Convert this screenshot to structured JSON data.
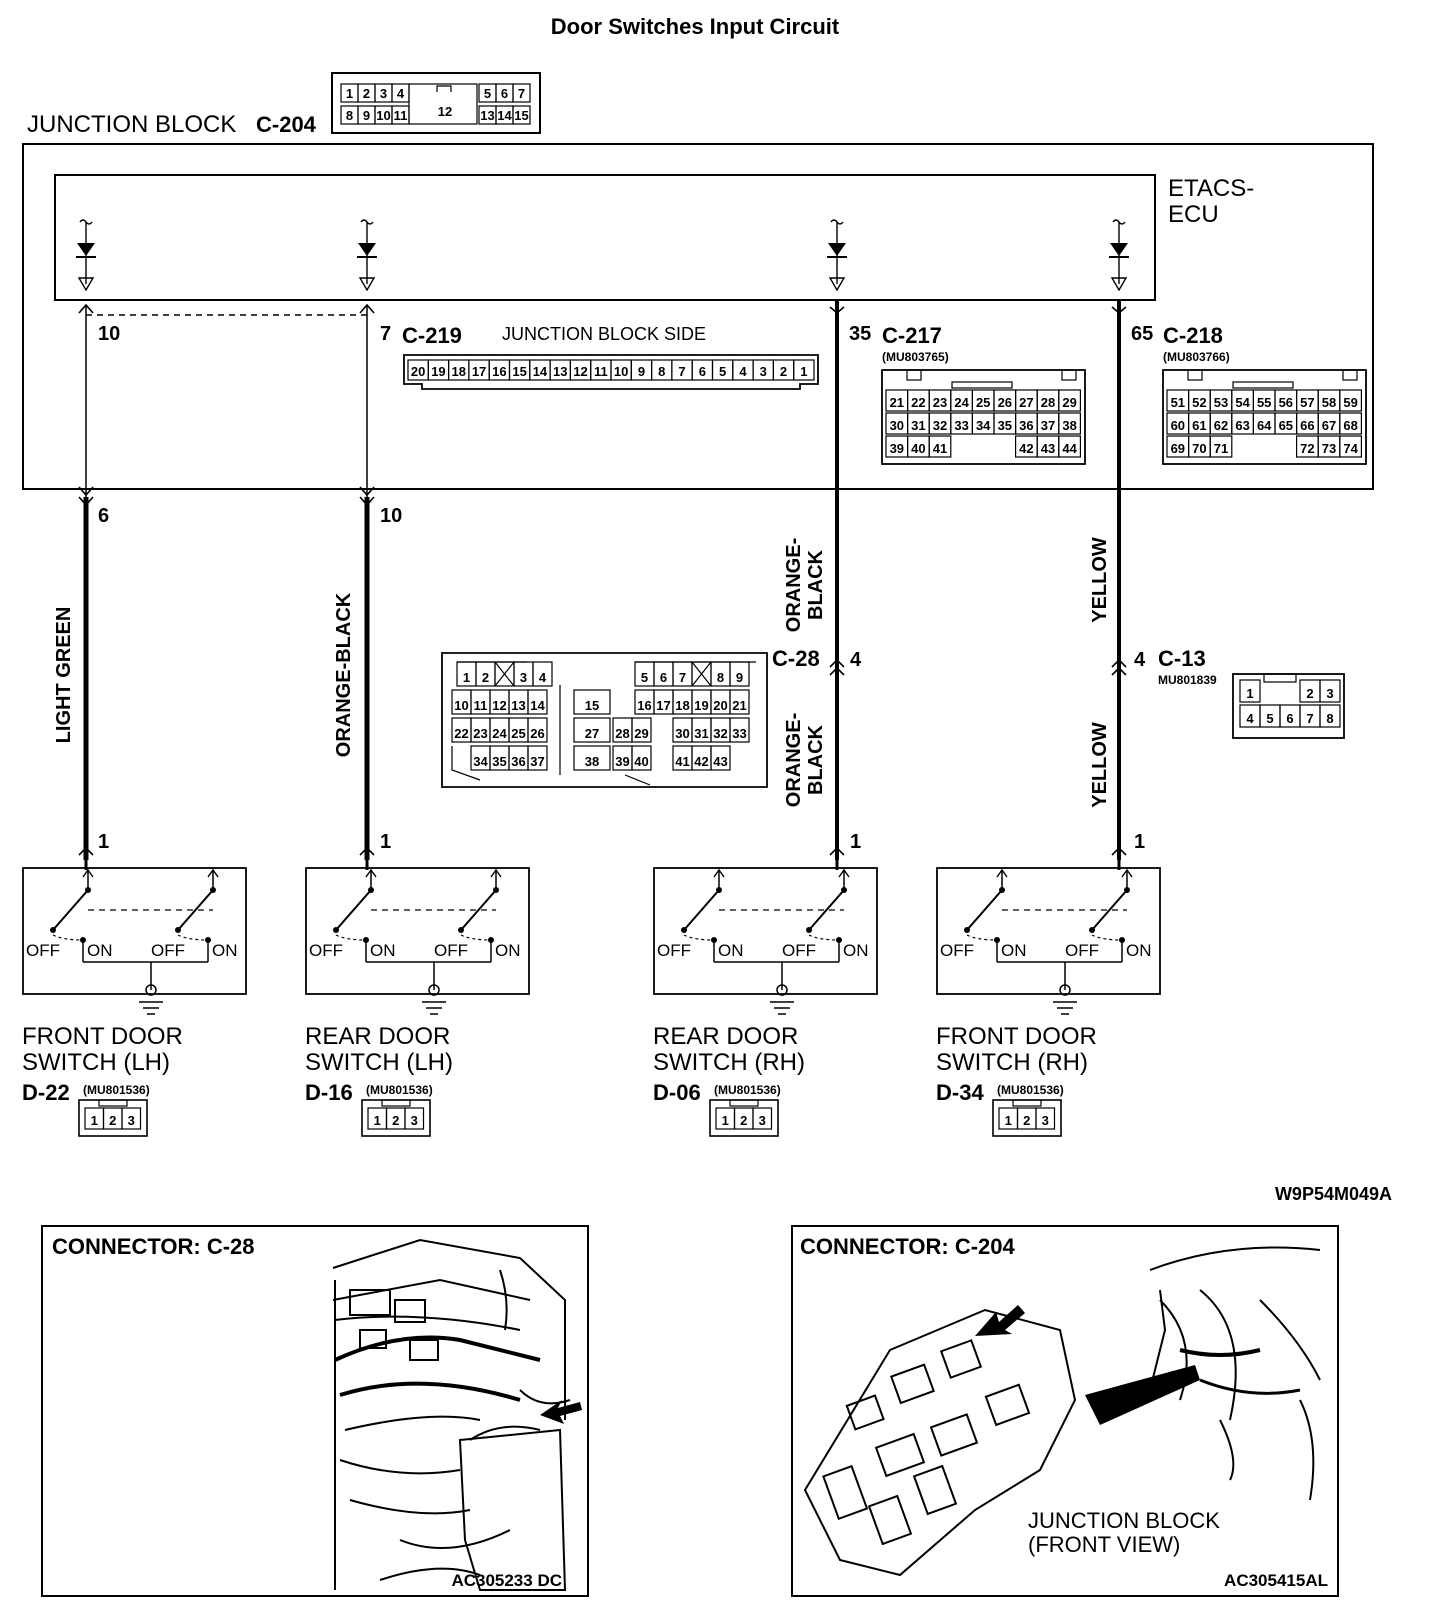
{
  "title": "Door Switches Input Circuit",
  "junction_block": {
    "label": "JUNCTION BLOCK",
    "connector": "C-204",
    "connector_cells": [
      "1",
      "2",
      "3",
      "4",
      "5",
      "6",
      "7",
      "8",
      "9",
      "10",
      "11",
      "12",
      "13",
      "14",
      "15"
    ]
  },
  "ecu_label": [
    "ETACS-",
    "ECU"
  ],
  "c219": {
    "id": "C-219",
    "side_label": "JUNCTION BLOCK SIDE",
    "cells": [
      "20",
      "19",
      "18",
      "17",
      "16",
      "15",
      "14",
      "13",
      "12",
      "11",
      "10",
      "9",
      "8",
      "7",
      "6",
      "5",
      "4",
      "3",
      "2",
      "1"
    ]
  },
  "c217": {
    "id": "C-217",
    "part": "(MU803765)",
    "rows": [
      [
        "21",
        "22",
        "23",
        "24",
        "25",
        "26",
        "27",
        "28",
        "29"
      ],
      [
        "30",
        "31",
        "32",
        "33",
        "34",
        "35",
        "36",
        "37",
        "38"
      ],
      [
        "39",
        "40",
        "41",
        "",
        "",
        "",
        "42",
        "43",
        "44"
      ]
    ]
  },
  "c218": {
    "id": "C-218",
    "part": "(MU803766)",
    "rows": [
      [
        "51",
        "52",
        "53",
        "54",
        "55",
        "56",
        "57",
        "58",
        "59"
      ],
      [
        "60",
        "61",
        "62",
        "63",
        "64",
        "65",
        "66",
        "67",
        "68"
      ],
      [
        "69",
        "70",
        "71",
        "",
        "",
        "",
        "72",
        "73",
        "74"
      ]
    ]
  },
  "c28": {
    "id": "C-28",
    "rows": [
      [
        "1",
        "2",
        "",
        "3",
        "4",
        "",
        "",
        "5",
        "6",
        "7",
        "",
        "8",
        "9"
      ],
      [
        "10",
        "11",
        "12",
        "13",
        "14",
        "15",
        "16",
        "17",
        "18",
        "19",
        "20",
        "21"
      ],
      [
        "22",
        "23",
        "24",
        "25",
        "26",
        "27",
        "28",
        "29",
        "30",
        "31",
        "32",
        "33"
      ],
      [
        "34",
        "35",
        "36",
        "37",
        "38",
        "39",
        "40",
        "41",
        "42",
        "43"
      ]
    ]
  },
  "c13": {
    "id": "C-13",
    "part": "MU801839",
    "rows": [
      [
        "1",
        "",
        "2",
        "3"
      ],
      [
        "4",
        "5",
        "6",
        "7",
        "8"
      ]
    ]
  },
  "pins": {
    "ecu_10": "10",
    "ecu_7": "7",
    "ecu_35": "35",
    "ecu_65": "65",
    "jb_6": "6",
    "jb_10": "10",
    "c28_4": "4",
    "c13_4": "4",
    "sw1": "1",
    "sw2": "1",
    "sw3": "1",
    "sw4": "1"
  },
  "wires": {
    "w1": "LIGHT GREEN",
    "w2": "ORANGE-BLACK",
    "w3_top": [
      "ORANGE-",
      "BLACK"
    ],
    "w3_bot": [
      "ORANGE-",
      "BLACK"
    ],
    "w4_top": "YELLOW",
    "w4_bot": "YELLOW"
  },
  "switch_states": {
    "off": "OFF",
    "on": "ON"
  },
  "switches": [
    {
      "name_line1": "FRONT DOOR",
      "name_line2": "SWITCH (LH)",
      "connector": "D-22",
      "part": "(MU801536)",
      "cells": [
        "1",
        "2",
        "3"
      ]
    },
    {
      "name_line1": "REAR DOOR",
      "name_line2": "SWITCH (LH)",
      "connector": "D-16",
      "part": "(MU801536)",
      "cells": [
        "1",
        "2",
        "3"
      ]
    },
    {
      "name_line1": "REAR DOOR",
      "name_line2": "SWITCH (RH)",
      "connector": "D-06",
      "part": "(MU801536)",
      "cells": [
        "1",
        "2",
        "3"
      ]
    },
    {
      "name_line1": "FRONT DOOR",
      "name_line2": "SWITCH (RH)",
      "connector": "D-34",
      "part": "(MU801536)",
      "cells": [
        "1",
        "2",
        "3"
      ]
    }
  ],
  "figure_code": "W9P54M049A",
  "panels": {
    "left": {
      "title": "CONNECTOR: C-28",
      "code": "AC305233 DC"
    },
    "right": {
      "title": "CONNECTOR: C-204",
      "caption_line1": "JUNCTION BLOCK",
      "caption_line2": "(FRONT VIEW)",
      "code": "AC305415AL"
    }
  }
}
